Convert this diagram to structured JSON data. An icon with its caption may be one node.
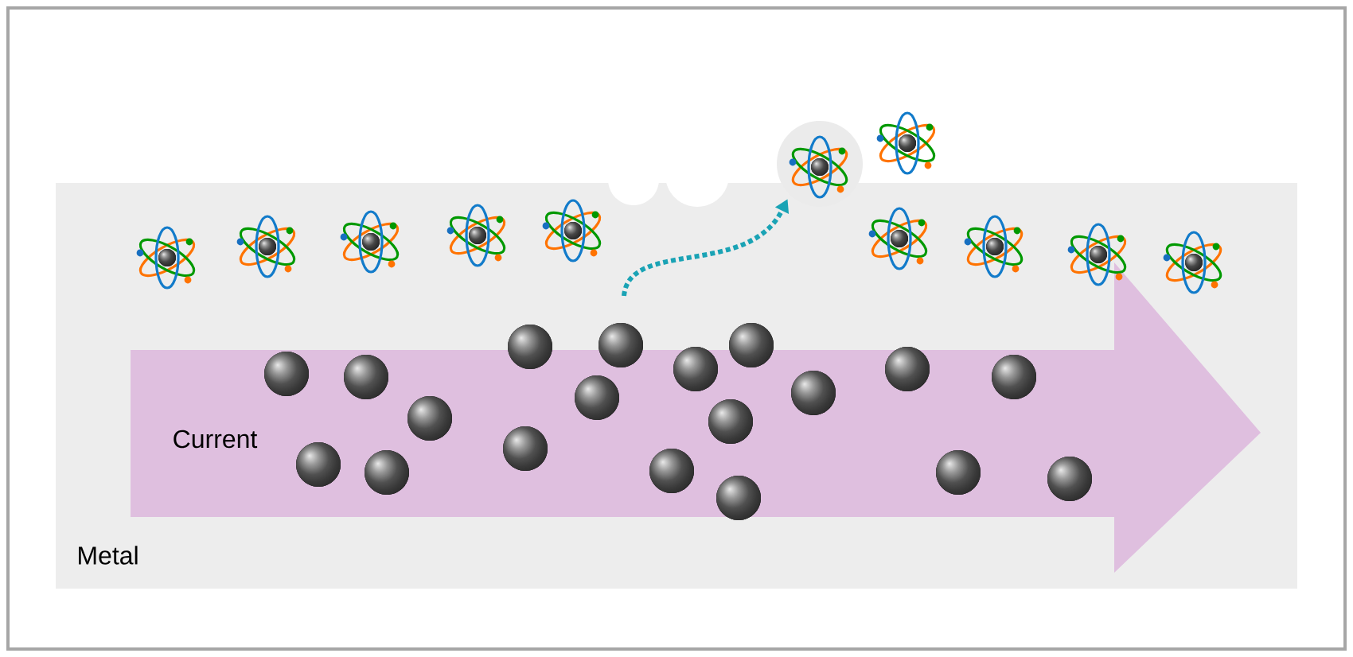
{
  "diagram": {
    "nodes": [
      {
        "text": [
          "Metal"
        ]
      },
      {
        "text": [
          "Current"
        ],
        "in": 0
      },
      {
        "text": [],
        "shape": "picture"
      }
    ],
    "edges": [
      {
        "from": null,
        "to": 2,
        "arrow": "to",
        "style": "dashed",
        "color": "#1aa3b5"
      }
    ]
  }
}
